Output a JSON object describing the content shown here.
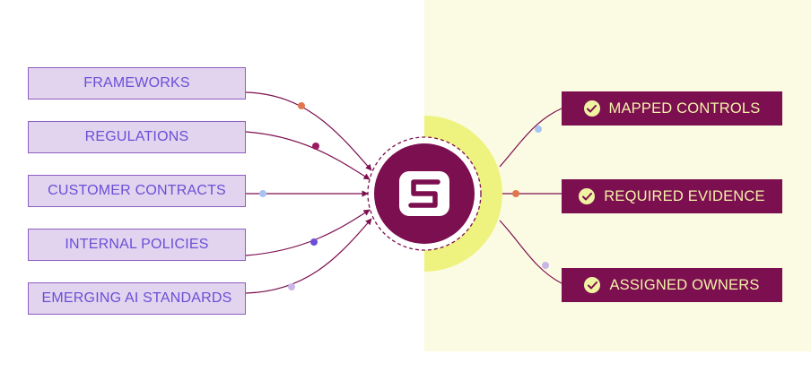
{
  "inputs": [
    {
      "label": "FRAMEWORKS",
      "dot_color": "#e0764e"
    },
    {
      "label": "REGULATIONS",
      "dot_color": "#9a1b63"
    },
    {
      "label": "CUSTOMER CONTRACTS",
      "dot_color": "#a8c4f2"
    },
    {
      "label": "INTERNAL POLICIES",
      "dot_color": "#6a4fd6"
    },
    {
      "label": "EMERGING AI STANDARDS",
      "dot_color": "#c9b6e6"
    }
  ],
  "outputs": [
    {
      "label": "MAPPED CONTROLS",
      "dot_color": "#a8c4f2",
      "icon": "check-circle-icon"
    },
    {
      "label": "REQUIRED EVIDENCE",
      "dot_color": "#e0764e",
      "icon": "check-circle-icon"
    },
    {
      "label": "ASSIGNED OWNERS",
      "dot_color": "#c9b6e6",
      "icon": "check-circle-icon"
    }
  ],
  "hub": {
    "logo": "s-logo-icon"
  },
  "colors": {
    "primary": "#7c0f4f",
    "accent_yellow": "#f0f3a2",
    "panel_yellow": "#fbfbe3",
    "input_fill": "#e2d3ef",
    "input_text": "#6a4fd6"
  }
}
